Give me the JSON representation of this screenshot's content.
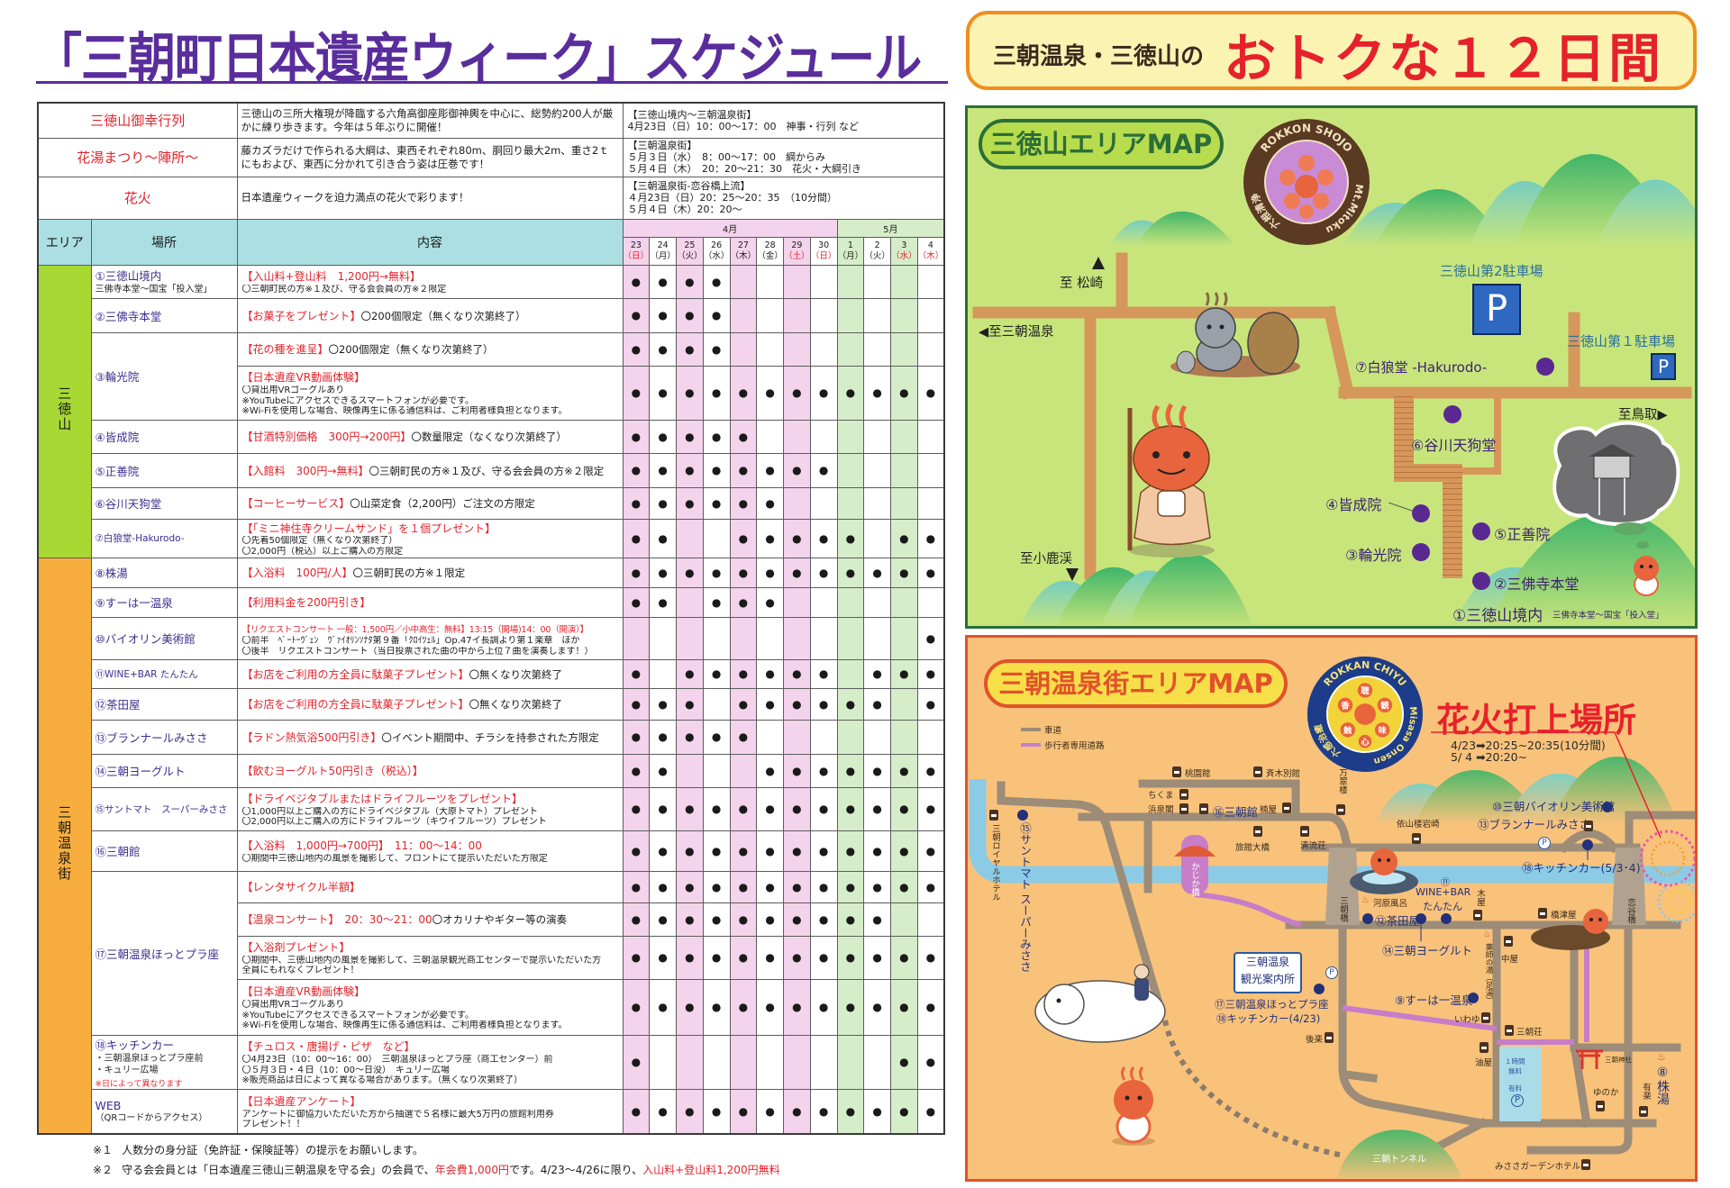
{
  "title": "「三朝町日本遺産ウィーク」スケジュール",
  "colors": {
    "title": "#5a2d9c",
    "highlight_red": "#e3232b",
    "header_cyan": "#abdfe3",
    "pink": "#f4d3ec",
    "green": "#d6edc9",
    "area_mitoku": "#a8d834",
    "area_misasa": "#f7ae3f"
  },
  "events": [
    {
      "name": "三徳山御幸行列",
      "description": "三徳山の三所大権現が降臨する六角高御座彫御神輿を中心に、総勢約200人が厳かに練り歩きます。今年は５年ぶりに開催！",
      "schedule": [
        "【三徳山境内～三朝温泉街】",
        "4月23日（日）10：00～17：00　神事・行列 など"
      ]
    },
    {
      "name": "花湯まつり～陣所～",
      "description": "藤カズラだけで作られる大綱は、東西それぞれ80m、胴回り最大2m、重さ2ｔにもおよび、東西に分かれて引き合う姿は圧巻です！",
      "schedule": [
        "【三朝温泉街】",
        "５月３日（水）　8：00～17：00　綱からみ",
        "５月４日（木）　20：20～21：30　花火・大綱引き"
      ]
    },
    {
      "name": "花火",
      "description": "日本遺産ウィークを迫力満点の花火で彩ります！",
      "schedule": [
        "【三朝温泉街-恋谷橋上流】",
        "４月23日（日）20：25～20：35　（10分間）",
        "５月４日（木）20：20～"
      ]
    }
  ],
  "table": {
    "headers": {
      "area": "エリア",
      "place": "場所",
      "content": "内容"
    },
    "dot_symbol": "●",
    "months": [
      {
        "label": "4月",
        "days": 8,
        "shade": "pink"
      },
      {
        "label": "5月",
        "days": 4,
        "shade": "green"
      }
    ],
    "days": [
      {
        "day": "23",
        "weekday": "（日）",
        "holiday": true,
        "shade": "pink"
      },
      {
        "day": "24",
        "weekday": "（月）",
        "holiday": false,
        "shade": "white"
      },
      {
        "day": "25",
        "weekday": "（火）",
        "holiday": false,
        "shade": "pink"
      },
      {
        "day": "26",
        "weekday": "（水）",
        "holiday": false,
        "shade": "white"
      },
      {
        "day": "27",
        "weekday": "（木）",
        "holiday": false,
        "shade": "pink"
      },
      {
        "day": "28",
        "weekday": "（金）",
        "holiday": false,
        "shade": "white"
      },
      {
        "day": "29",
        "weekday": "（土）",
        "holiday": true,
        "shade": "pink"
      },
      {
        "day": "30",
        "weekday": "（日）",
        "holiday": true,
        "shade": "white"
      },
      {
        "day": "1",
        "weekday": "（月）",
        "holiday": false,
        "shade": "green"
      },
      {
        "day": "2",
        "weekday": "（火）",
        "holiday": false,
        "shade": "white"
      },
      {
        "day": "3",
        "weekday": "（水）",
        "holiday": true,
        "shade": "green"
      },
      {
        "day": "4",
        "weekday": "（木）",
        "holiday": true,
        "shade": "white"
      }
    ],
    "areas": [
      {
        "name": "三徳山",
        "color": "#a8d834",
        "places": [
          {
            "name": "①三徳山境内",
            "sub": [
              "三佛寺本堂～国宝「投入堂」"
            ],
            "offers": [
              {
                "highlight": "【入山料+登山料　1,200円→無料】",
                "notes": [
                  "〇三朝町民の方※１及び、守る会会員の方※２限定"
                ],
                "dots": [
                  1,
                  1,
                  1,
                  1,
                  0,
                  0,
                  0,
                  0,
                  0,
                  0,
                  0,
                  0
                ]
              }
            ]
          },
          {
            "name": "②三佛寺本堂",
            "offers": [
              {
                "highlight": "【お菓子をプレゼント】",
                "inline": "〇200個限定（無くなり次第終了）",
                "dots": [
                  1,
                  1,
                  1,
                  1,
                  0,
                  0,
                  0,
                  0,
                  0,
                  0,
                  0,
                  0
                ]
              }
            ]
          },
          {
            "name": "③輪光院",
            "offers": [
              {
                "highlight": "【花の種を進呈】",
                "inline": "〇200個限定（無くなり次第終了）",
                "dots": [
                  1,
                  1,
                  1,
                  1,
                  0,
                  0,
                  0,
                  0,
                  0,
                  0,
                  0,
                  0
                ]
              },
              {
                "highlight": "【日本遺産VR動画体験】",
                "notes": [
                  "〇貸出用VRゴーグルあり",
                  "※YouTubeにアクセスできるスマートフォンが必要です。",
                  "※Wi-Fiを使用しな場合、映像再生に係る通信料は、ご利用者様負担となります。"
                ],
                "dots": [
                  1,
                  1,
                  1,
                  1,
                  1,
                  1,
                  1,
                  1,
                  1,
                  1,
                  1,
                  1
                ]
              }
            ]
          },
          {
            "name": "④皆成院",
            "offers": [
              {
                "highlight": "【甘酒特別価格　300円→200円】",
                "inline": "〇数量限定（なくなり次第終了）",
                "dots": [
                  1,
                  1,
                  1,
                  1,
                  1,
                  0,
                  0,
                  0,
                  0,
                  0,
                  0,
                  0
                ]
              }
            ]
          },
          {
            "name": "⑤正善院",
            "offers": [
              {
                "highlight": "【入館料　300円→無料】",
                "inline": "〇三朝町民の方※１及び、守る会会員の方※２限定",
                "dots": [
                  1,
                  1,
                  1,
                  1,
                  1,
                  1,
                  1,
                  1,
                  0,
                  0,
                  0,
                  0
                ]
              }
            ]
          },
          {
            "name": "⑥谷川天狗堂",
            "offers": [
              {
                "highlight": "【コーヒーサービス】",
                "inline": "〇山菜定食（2,200円）ご注文の方限定",
                "dots": [
                  1,
                  1,
                  1,
                  1,
                  1,
                  1,
                  0,
                  0,
                  0,
                  0,
                  0,
                  0
                ]
              }
            ]
          },
          {
            "name": "⑦白狼堂-Hakurodo-",
            "offers": [
              {
                "highlight": "【「ミニ神住寺クリームサンド」を１個プレゼント】",
                "notes": [
                  "〇先着50個限定（無くなり次第終了）",
                  "〇2,000円（税込）以上ご購入の方限定"
                ],
                "dots": [
                  1,
                  1,
                  0,
                  0,
                  1,
                  1,
                  1,
                  1,
                  1,
                  0,
                  1,
                  1
                ]
              }
            ]
          }
        ]
      },
      {
        "name": "三朝温泉街",
        "color": "#f7ae3f",
        "places": [
          {
            "name": "⑧株湯",
            "offers": [
              {
                "highlight": "【入浴料　100円/人】",
                "inline": "〇三朝町民の方※１限定",
                "dots": [
                  1,
                  1,
                  1,
                  1,
                  1,
                  1,
                  1,
                  1,
                  1,
                  1,
                  1,
                  1
                ]
              }
            ]
          },
          {
            "name": "⑨すーは一温泉",
            "offers": [
              {
                "highlight": "【利用料金を200円引き】",
                "dots": [
                  1,
                  1,
                  0,
                  1,
                  1,
                  1,
                  0,
                  0,
                  0,
                  0,
                  0,
                  0
                ]
              }
            ]
          },
          {
            "name": "⑩バイオリン美術館",
            "offers": [
              {
                "highlight": "【リクエストコンサート 一般：1,500円／小中高生：無料】13:15（開場)14：00（開演）】",
                "notes": [
                  "〇前半　ﾍﾞｰﾄｰｳﾞｪﾝ　ｳﾞｧｲｵﾘﾝｿﾅﾀ第９番「ｸﾛｲﾂｪﾙ」Op.47イ長調より第１楽章　ほか",
                  "〇後半　リクエストコンサート（当日投票された曲の中から上位７曲を演奏します！）"
                ],
                "dots": [
                  0,
                  0,
                  0,
                  0,
                  0,
                  0,
                  0,
                  0,
                  0,
                  0,
                  0,
                  1
                ]
              }
            ]
          },
          {
            "name": "⑪WINE+BAR たんたん",
            "offers": [
              {
                "highlight": "【お店をご利用の方全員に駄菓子プレゼント】",
                "inline": "〇無くなり次第終了",
                "dots": [
                  1,
                  0,
                  1,
                  1,
                  1,
                  1,
                  1,
                  1,
                  0,
                  1,
                  1,
                  1
                ]
              }
            ]
          },
          {
            "name": "⑫茶田屋",
            "offers": [
              {
                "highlight": "【お店をご利用の方全員に駄菓子プレゼント】",
                "inline": "〇無くなり次第終了",
                "dots": [
                  1,
                  1,
                  1,
                  0,
                  1,
                  1,
                  1,
                  1,
                  1,
                  1,
                  0,
                  1
                ]
              }
            ]
          },
          {
            "name": "⑬ブランナールみささ",
            "offers": [
              {
                "highlight": "【ラドン熱気浴500円引き】",
                "inline": "〇イベント期間中、チラシを持参された方限定",
                "dots": [
                  1,
                  1,
                  1,
                  1,
                  1,
                  0,
                  0,
                  0,
                  0,
                  0,
                  0,
                  0
                ]
              }
            ]
          },
          {
            "name": "⑭三朝ヨーグルト",
            "offers": [
              {
                "highlight": "【飲むヨーグルト50円引き（税込）】",
                "dots": [
                  1,
                  1,
                  0,
                  0,
                  0,
                  1,
                  1,
                  1,
                  1,
                  1,
                  1,
                  1
                ]
              }
            ]
          },
          {
            "name": "⑮サントマト　スーパーみささ",
            "offers": [
              {
                "highlight": "【ドライベジタブルまたはドライフルーツをプレゼント】",
                "notes": [
                  "〇1,000円以上ご購入の方にドライベジタブル（大原トマト）プレゼント",
                  "〇2,000円以上ご購入の方にドライフルーツ（キウイフルーツ）プレゼント"
                ],
                "dots": [
                  1,
                  1,
                  1,
                  1,
                  1,
                  1,
                  1,
                  1,
                  1,
                  1,
                  1,
                  1
                ]
              }
            ]
          },
          {
            "name": "⑯三朝館",
            "offers": [
              {
                "highlight": "【入浴料　1,000円→700円】　11：00～14：00",
                "notes": [
                  "〇期間中三徳山地内の風景を撮影して、フロントにて提示いただいた方限定"
                ],
                "dots": [
                  1,
                  1,
                  1,
                  1,
                  1,
                  1,
                  1,
                  1,
                  1,
                  1,
                  1,
                  1
                ]
              }
            ]
          },
          {
            "name": "⑰三朝温泉ほっとプラ座",
            "offers": [
              {
                "highlight": "【レンタサイクル半額】",
                "dots": [
                  1,
                  1,
                  1,
                  1,
                  1,
                  1,
                  1,
                  1,
                  1,
                  1,
                  1,
                  1
                ]
              },
              {
                "highlight": "【温泉コンサート】　20：30～21：00",
                "inline": "〇オカリナやギター等の演奏",
                "dots": [
                  1,
                  1,
                  1,
                  1,
                  1,
                  1,
                  1,
                  1,
                  1,
                  1,
                  0,
                  0
                ]
              },
              {
                "highlight": "【入浴剤プレゼント】",
                "notes": [
                  "〇期間中、三徳山地内の風景を撮影して、三朝温泉観光商工センターで提示いただいた方",
                  "全員にもれなくプレゼント！"
                ],
                "dots": [
                  1,
                  1,
                  1,
                  1,
                  1,
                  1,
                  1,
                  1,
                  1,
                  1,
                  1,
                  1
                ]
              },
              {
                "highlight": "【日本遺産VR動画体験】",
                "notes": [
                  "〇貸出用VRゴーグルあり",
                  "※YouTubeにアクセスできるスマートフォンが必要です。",
                  "※Wi-Fiを使用しな場合、映像再生に係る通信料は、ご利用者様負担となります。"
                ],
                "dots": [
                  1,
                  1,
                  1,
                  1,
                  1,
                  1,
                  1,
                  1,
                  1,
                  1,
                  1,
                  1
                ]
              }
            ]
          },
          {
            "name": "⑱キッチンカー",
            "sub": [
              "・三朝温泉ほっとプラ座前",
              "・キュリー広場"
            ],
            "sub_note": "※日によって異なります",
            "offers": [
              {
                "highlight": "【チュロス・唐揚げ・ピザ　など】",
                "notes": [
                  "〇4月23日（10：00～16：00）　三朝温泉ほっとプラ座（商工センター）前",
                  "〇５月３日・４日（10：00～日没）　キュリー広場",
                  "※販売商品は日によって異なる場合があります。（無くなり次第終了）"
                ],
                "dots": [
                  1,
                  0,
                  0,
                  0,
                  0,
                  0,
                  0,
                  0,
                  0,
                  0,
                  1,
                  1
                ]
              }
            ]
          },
          {
            "name": "WEB",
            "sub": [
              "（QRコードからアクセス）"
            ],
            "offers": [
              {
                "highlight": "【日本遺産アンケート】",
                "notes": [
                  "アンケートに御協力いただいた方から抽選で５名様に最大5万円の旅館利用券",
                  "プレゼント！！"
                ],
                "dots": [
                  1,
                  1,
                  1,
                  1,
                  1,
                  1,
                  1,
                  1,
                  1,
                  1,
                  1,
                  1
                ]
              }
            ]
          }
        ]
      }
    ]
  },
  "footnotes": [
    {
      "mark": "※１",
      "segments": [
        {
          "text": "人数分の身分証（免許証・保険証等）の提示をお願いします。",
          "red": false
        }
      ]
    },
    {
      "mark": "※２",
      "segments": [
        {
          "text": "守る会会員とは「日本遺産三徳山三朝温泉を守る会」の会員で、",
          "red": false
        },
        {
          "text": "年会費1,000円",
          "red": true
        },
        {
          "text": "です。4/23～4/26に限り、",
          "red": false
        },
        {
          "text": "入山料+登山料1,200円無料",
          "red": true
        }
      ]
    }
  ],
  "banner": {
    "prefix": "三朝温泉・三徳山の",
    "headline": "おトクな１２日間"
  },
  "mitoku_map": {
    "title": "三徳山エリアMAP",
    "badge": {
      "top": "ROKKON SHOJO",
      "right": "Mt.Mitoku",
      "left": "六根清浄"
    },
    "directions": {
      "matsuzaki": "至 松崎",
      "misasa_onsen": "◀至三朝温泉",
      "tottori": "至鳥取▶",
      "ogamo": "至小鹿渓"
    },
    "parking": [
      {
        "label": "三徳山第2駐車場",
        "sign": "P"
      },
      {
        "label": "三徳山第１駐車場",
        "sign": "P"
      }
    ],
    "spots": [
      {
        "label": "⑦白狼堂 -Hakurodo-"
      },
      {
        "label": "⑥谷川天狗堂"
      },
      {
        "label": "④皆成院"
      },
      {
        "label": "⑤正善院"
      },
      {
        "label": "③輪光院"
      },
      {
        "label": "②三佛寺本堂"
      },
      {
        "label": "①三徳山境内",
        "sub": "三佛寺本堂～国宝「投入堂」"
      }
    ]
  },
  "misasa_map": {
    "title": "三朝温泉街エリアMAP",
    "badge": {
      "top": "ROKKAN CHIYU",
      "right": "Misasa Onsen",
      "left": "六感治癒",
      "senses": [
        "聴",
        "観",
        "味",
        "心",
        "触",
        "香"
      ]
    },
    "legend": [
      {
        "label": "車道",
        "color": "#9c8c78"
      },
      {
        "label": "歩行者専用道路",
        "color": "#c77dc8"
      }
    ],
    "fireworks": {
      "title": "花火打上場所",
      "times": [
        "4/23➡20:25~20:35(10分間)",
        "5/ 4 ➡20:20~"
      ]
    },
    "spots": {
      "violin": "⑩三朝バイオリン美術館",
      "brannar": "⑬ブランナールみささ",
      "kitchen_car_may": "⑱キッチンカー(5/3･4)",
      "winebar_num": "⑪",
      "winebar_name": "WINE+BAR",
      "winebar_sub": "たんたん",
      "chadaya": "⑫茶田屋",
      "yogurt": "⑭三朝ヨーグルト",
      "suha": "⑨すーは一温泉",
      "hotplaza": "⑰三朝温泉ほっとプラ座",
      "kitchen_car_apr": "⑱キッチンカー(4/23)",
      "misasakan": "⑯三朝館",
      "suntomato": "⑮サントマト スーパーみささ",
      "kabuyu": "⑧株湯"
    },
    "landmarks": {
      "info_center": [
        "三朝温泉",
        "観光案内所"
      ],
      "kajika_bridge": "かじか橋",
      "misasa_bridge": "三朝橋",
      "koidani_bridge": "恋谷橋",
      "kawara_buro": "河原風呂",
      "yakushi": "薬師の湯（足湯）",
      "shrine": "三朝神社",
      "tunnel": "三朝トンネル",
      "parking_lot": [
        "１時間",
        "無料",
        "有料"
      ],
      "parking_sign": "P"
    },
    "inns": {
      "toenkan": "桃園館",
      "saiki": "斉木別館",
      "bansuiro": "万翠楼",
      "chikuma": "ちくま",
      "hamaizumi": "浜泉閣",
      "kusuya": "楠屋",
      "ohashi": "旅館大橋",
      "seiryuso": "清流荘",
      "izanro": "依山楼岩崎",
      "royal": "三朝ロイヤルホテル",
      "kiya": "木屋",
      "hashizuya": "橋津屋",
      "nakaya": "中屋",
      "iwayu": "いわゆ",
      "misasaso": "三朝荘",
      "koraku": "後楽",
      "aburaya": "油屋",
      "yunoka": "ゆのか",
      "yuraku": "有楽",
      "garden": "みささガーデンホテル"
    }
  }
}
